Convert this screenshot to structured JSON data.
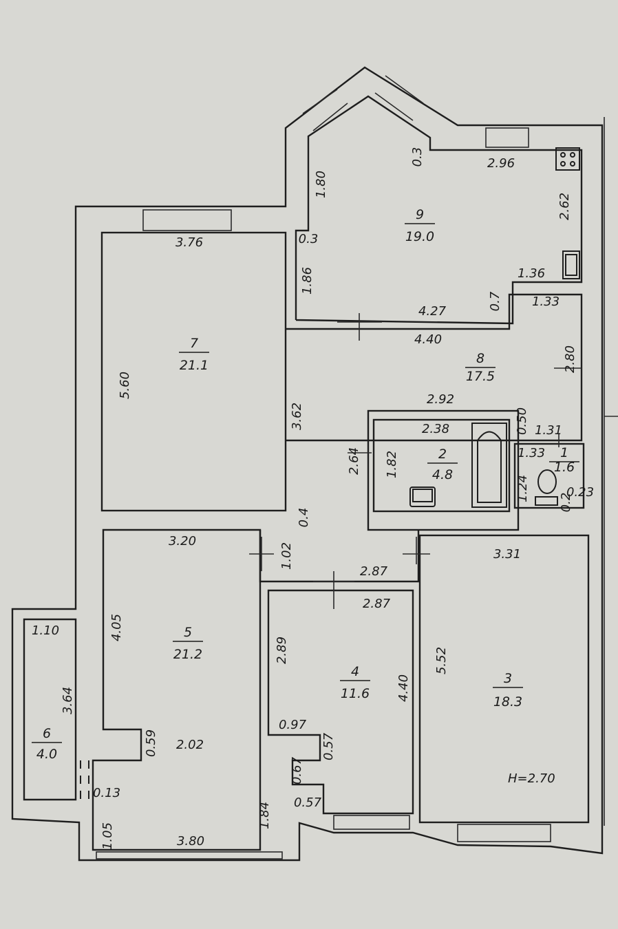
{
  "rooms": [
    {
      "number": "9",
      "area": "19.0"
    },
    {
      "number": "7",
      "area": "21.1"
    },
    {
      "number": "8",
      "area": "17.5"
    },
    {
      "number": "2",
      "area": "4.8"
    },
    {
      "number": "1",
      "area": "1.6"
    },
    {
      "number": "5",
      "area": "21.2"
    },
    {
      "number": "6",
      "area": "4.0"
    },
    {
      "number": "4",
      "area": "11.6"
    },
    {
      "number": "3",
      "area": "18.3"
    }
  ],
  "dimensions": [
    "3.76",
    "5.60",
    "3.62",
    "0.4",
    "1.80",
    "0.3",
    "1.86",
    "0.3",
    "2.96",
    "2.62",
    "1.36",
    "0.7",
    "4.27",
    "1.33",
    "4.40",
    "2.80",
    "2.92",
    "2.38",
    "2.64",
    "1.82",
    "0.50",
    "1.31",
    "1.33",
    "1.24",
    "0.2",
    "0.23",
    "3.20",
    "1.02",
    "2.87",
    "2.87",
    "3.31",
    "4.05",
    "1.10",
    "3.64",
    "2.89",
    "4.40",
    "5.52",
    "0.59",
    "2.02",
    "0.97",
    "0.57",
    "0.67",
    "0.13",
    "0.57",
    "1.84",
    "1.05",
    "3.80"
  ],
  "ceiling_height": "H=2.70"
}
